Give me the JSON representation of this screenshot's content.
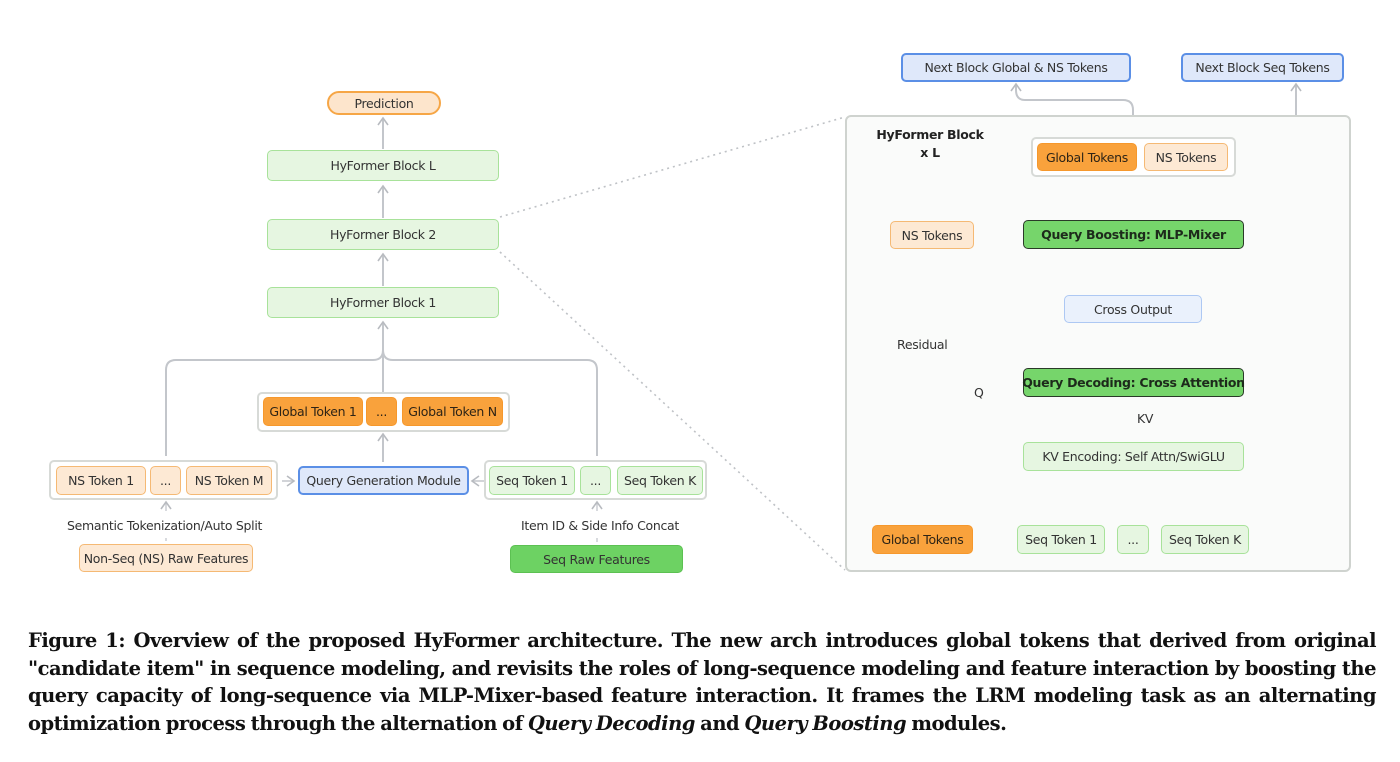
{
  "overview": {
    "prediction": "Prediction",
    "blocks": [
      "HyFormer Block L",
      "HyFormer Block 2",
      "HyFormer Block 1"
    ],
    "global_tokens": [
      "Global Token 1",
      "...",
      "Global Token N"
    ],
    "ns_tokens": [
      "NS Token 1",
      "...",
      "NS Token M"
    ],
    "query_generation": "Query Generation Module",
    "seq_tokens": [
      "Seq Token 1",
      "...",
      "Seq Token K"
    ],
    "ns_process_label": "Semantic Tokenization/Auto Split",
    "ns_raw": "Non-Seq (NS) Raw Features",
    "seq_process_label": "Item ID & Side Info Concat",
    "seq_raw": "Seq Raw Features"
  },
  "detail": {
    "title_line1": "HyFormer Block",
    "title_line2": "x L",
    "next_global_ns": "Next Block Global & NS Tokens",
    "next_seq": "Next Block Seq Tokens",
    "out_global": "Global Tokens",
    "out_ns": "NS Tokens",
    "ns_tokens_input": "NS Tokens",
    "query_boosting": "Query Boosting:  MLP-Mixer",
    "cross_output": "Cross Output",
    "residual_label": "Residual",
    "q_label": "Q",
    "query_decoding": "Query Decoding: Cross Attention",
    "kv_label": "KV",
    "kv_encoding": "KV Encoding: Self Attn/SwiGLU",
    "global_tokens_input": "Global Tokens",
    "seq_tokens": [
      "Seq Token 1",
      "...",
      "Seq Token K"
    ]
  },
  "caption": {
    "prefix": "Figure 1: Overview of the proposed HyFormer architecture. The new arch introduces global tokens that derived from original \"candidate item\" in sequence modeling, and revisits the roles of long-sequence modeling and feature interaction by boosting the query capacity of long-sequence via MLP-Mixer-based feature interaction. It frames the LRM modeling task as an alternating optimization process through the alternation of ",
    "em1": "Query Decoding",
    "mid": " and ",
    "em2": "Query Boosting",
    "suffix": " modules."
  }
}
